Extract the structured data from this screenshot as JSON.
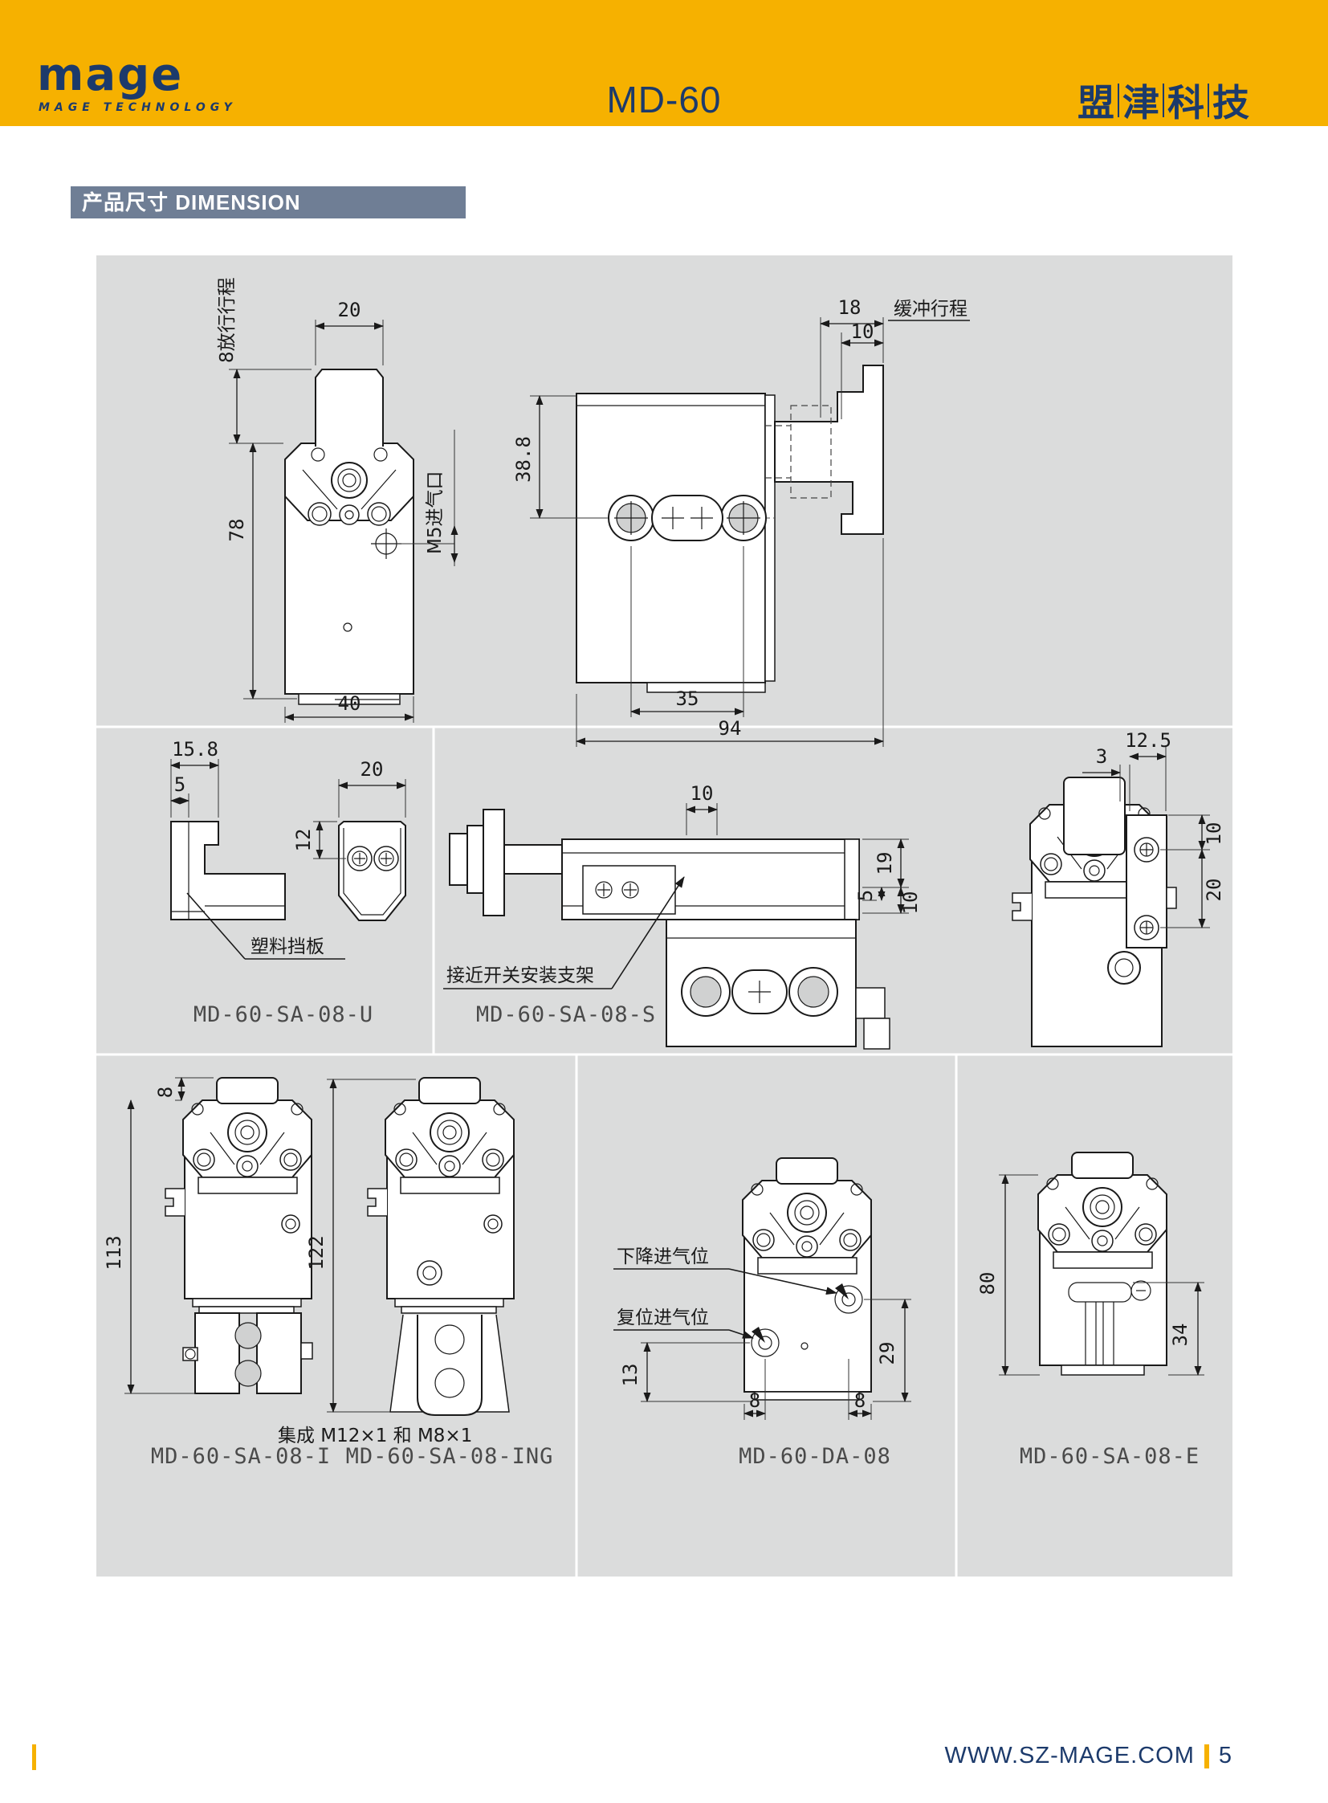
{
  "header": {
    "logo": "mage",
    "tagline": "MAGE TECHNOLOGY",
    "model": "MD-60",
    "brand_chars": [
      "盟",
      "津",
      "科",
      "技"
    ]
  },
  "section": {
    "title": "产品尺寸 DIMENSION"
  },
  "figures": {
    "front": {
      "dim_top": "20",
      "stroke_label": "8放行行程",
      "dim_height": "78",
      "dim_width": "40",
      "port_label": "M5进气口"
    },
    "side": {
      "dim_18": "18",
      "dim_10": "10",
      "buffer_label": "缓冲行程",
      "dim_388": "38.8",
      "dim_35": "35",
      "dim_94": "94"
    },
    "u": {
      "dim_158": "15.8",
      "dim_5": "5",
      "dim_20": "20",
      "dim_12": "12",
      "baffle_label": "塑料挡板",
      "caption": "MD-60-SA-08-U"
    },
    "s": {
      "dim_10": "10",
      "dim_19": "19",
      "dim_5": "5",
      "dim_10b": "10",
      "bracket_label": "接近开关安装支架",
      "caption": "MD-60-SA-08-S"
    },
    "r": {
      "dim_3": "3",
      "dim_125": "12.5",
      "dim_10": "10",
      "dim_20": "20"
    },
    "i": {
      "dim_8": "8",
      "dim_113": "113",
      "caption": "MD-60-SA-08-I"
    },
    "ing": {
      "dim_122": "122",
      "note": "集成 M12×1 和 M8×1",
      "caption": "MD-60-SA-08-ING"
    },
    "da": {
      "down_label": "下降进气位",
      "reset_label": "复位进气位",
      "dim_13": "13",
      "dim_29": "29",
      "dim_8a": "8",
      "dim_8b": "8",
      "caption": "MD-60-DA-08"
    },
    "e": {
      "dim_80": "80",
      "dim_34": "34",
      "caption": "MD-60-SA-08-E"
    }
  },
  "footer": {
    "website": "WWW.SZ-MAGE.COM",
    "page": "5"
  },
  "colors": {
    "accent_yellow": "#F6B100",
    "navy": "#1C3A6B",
    "panel_gray": "#DBDCDC",
    "banner_gray": "#6F7E95"
  }
}
